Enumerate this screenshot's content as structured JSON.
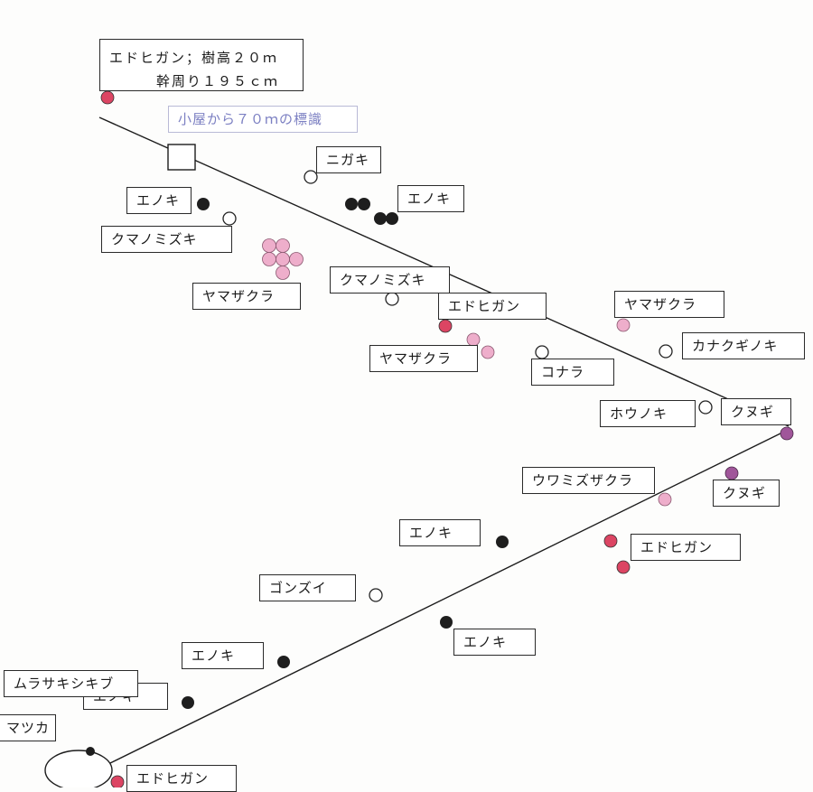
{
  "header": {
    "line1": "エドヒガン；樹高２０ｍ",
    "line2": "幹周り１９５ｃｍ"
  },
  "trail_sign": "小屋から７０ｍの標識",
  "labels": [
    "ニガキ",
    "エノキ",
    "エノキ",
    "クマノミズキ",
    "ヤマザクラ",
    "クマノミズキ",
    "エドヒガン",
    "ヤマザクラ",
    "ヤマザクラ",
    "コナラ",
    "カナクギノキ",
    "ホウノキ",
    "クヌギ",
    "ウワミズザクラ",
    "クヌギ",
    "エノキ",
    "エドヒガン",
    "ゴンズイ",
    "エノキ",
    "エノキ",
    "エノキ",
    "ムラサキシキブ",
    "マツカ",
    "エドヒガン"
  ],
  "colors": {
    "line": "#1c1c1c",
    "black_tree": "#1e1e1e",
    "white_tree": "#ffffff",
    "pink_tree": "#eeaecb",
    "red_tree": "#dc4563",
    "purple_tree": "#a0569a",
    "sign_border": "#b9bad6",
    "sign_text": "#7b7fc2"
  },
  "legend_categories": [
    "black",
    "white",
    "pink",
    "red",
    "purple"
  ]
}
